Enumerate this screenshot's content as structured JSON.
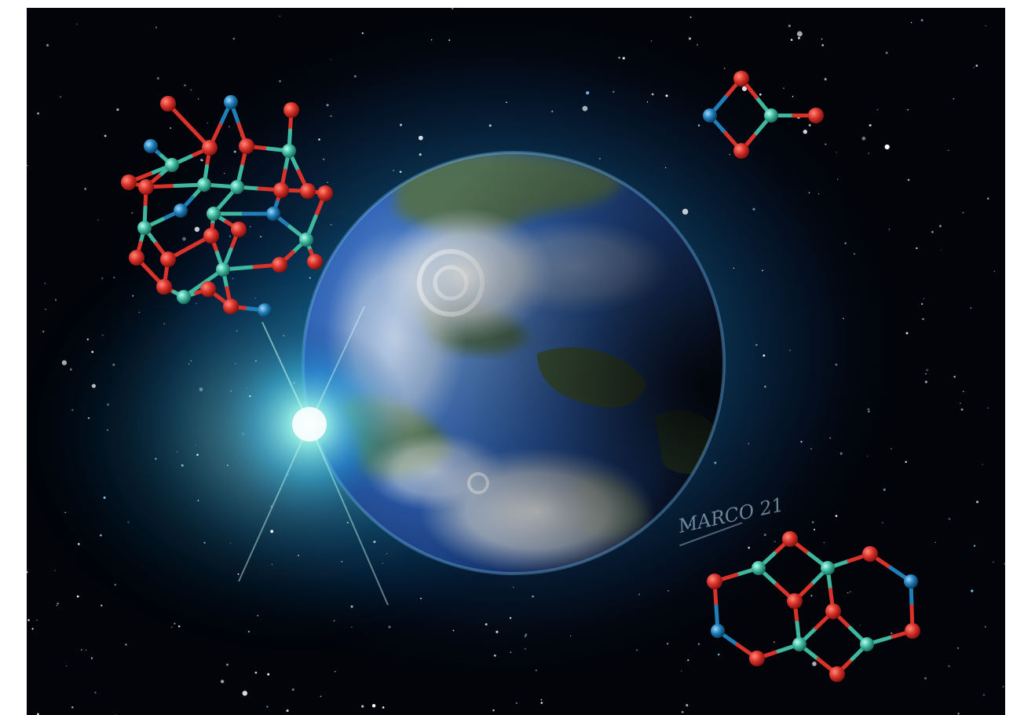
{
  "scene": {
    "signature": "MARCO 21",
    "colors": {
      "space": "#02040a",
      "glow": "#1ea0e6",
      "planet_ocean": "#2c5fae",
      "planet_land": "#55704a",
      "planet_cloud": "#e8ebe7",
      "oxygen_atom": "#d9322a",
      "silicon_atom": "#3fb8a0",
      "nitrogen_atom": "#1f7fb8"
    },
    "elements": [
      "starfield",
      "blue-glow",
      "planet-earth",
      "lens-flare",
      "molecule-cluster-large",
      "molecule-small-ring",
      "molecule-double-ring",
      "artist-signature"
    ]
  }
}
